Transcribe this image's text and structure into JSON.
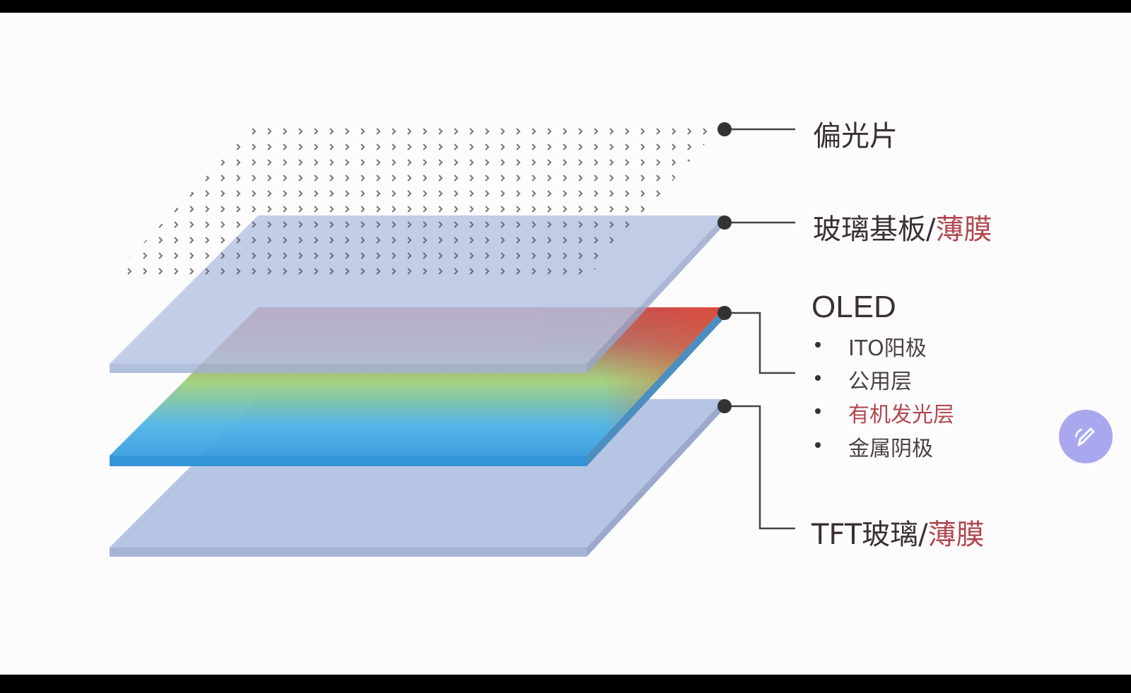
{
  "diagram": {
    "layers": [
      {
        "label": "偏光片",
        "label_accent": ""
      },
      {
        "label": "玻璃基板/",
        "label_accent": "薄膜"
      },
      {
        "label": "OLED",
        "label_accent": "",
        "sublayers": [
          "ITO阳极",
          "公用层",
          "有机发光层",
          "金属阴极"
        ]
      },
      {
        "label": "TFT玻璃/",
        "label_accent": "薄膜"
      }
    ]
  },
  "colors": {
    "glass": "#b4c3e3",
    "oled_top": "#c0454a",
    "oled_mid": "#9fd27a",
    "oled_bottom": "#4aa8e6",
    "accent_text": "#b0484f"
  },
  "floating_button": {
    "icon": "pencil-icon"
  }
}
